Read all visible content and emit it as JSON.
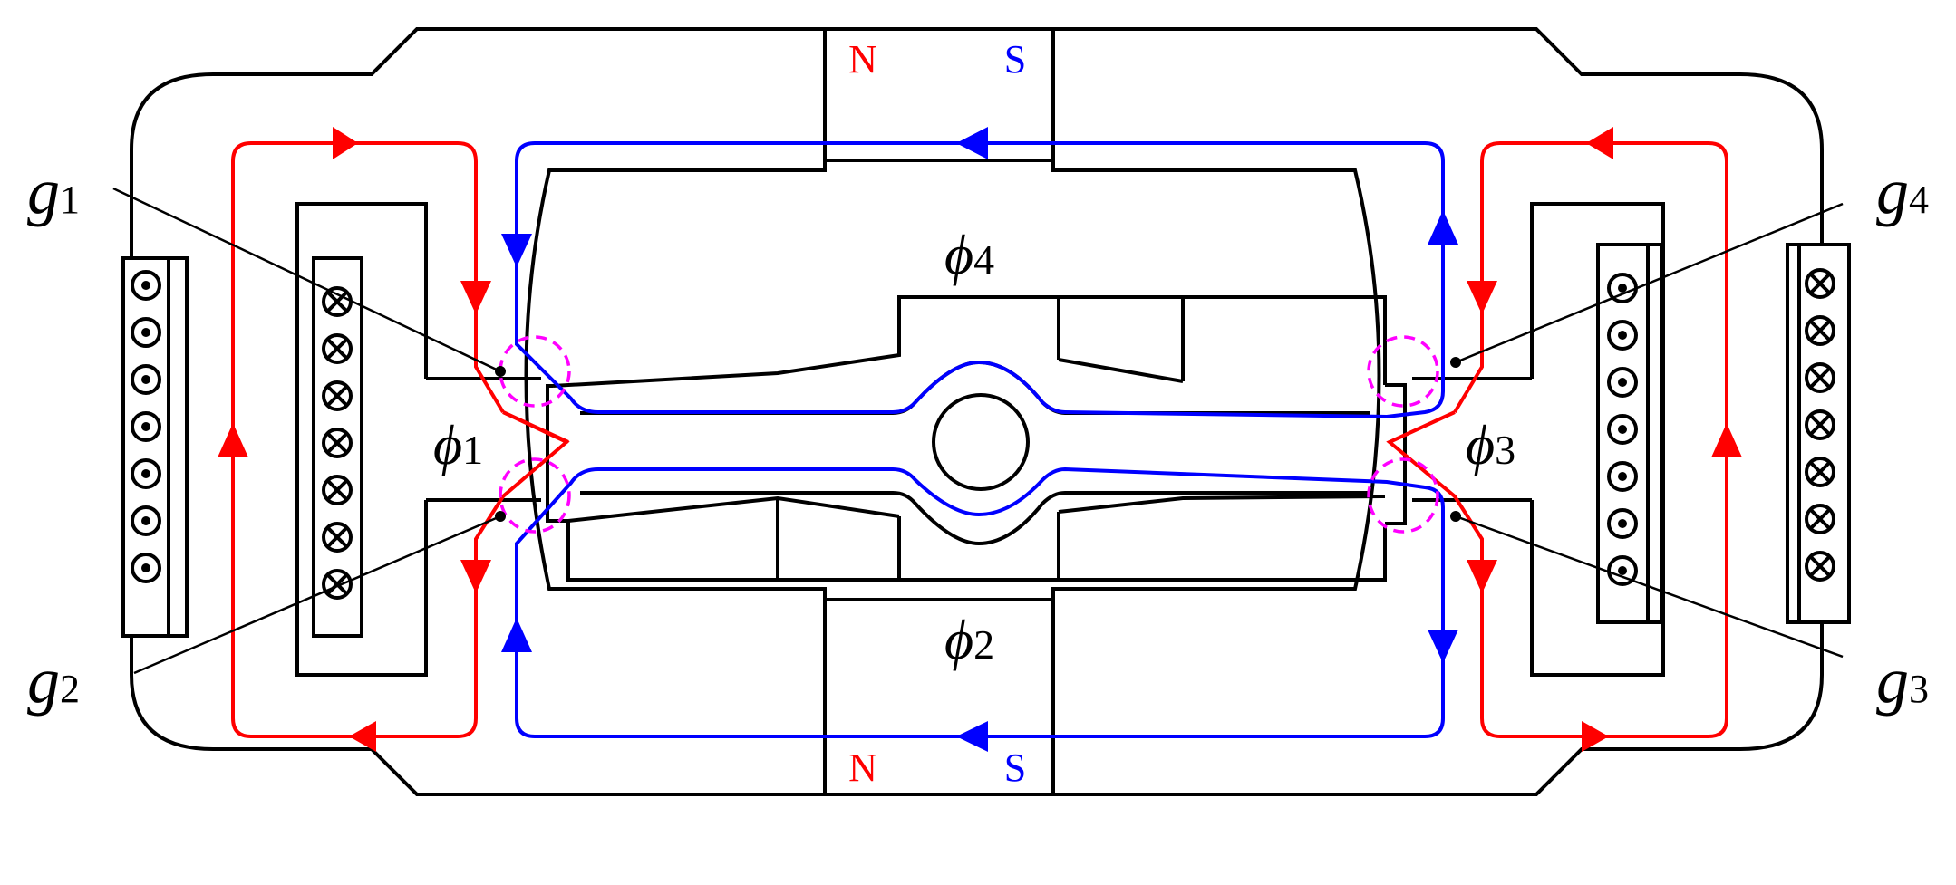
{
  "labels": {
    "gap_g1": {
      "base": "g",
      "sub": "1"
    },
    "gap_g2": {
      "base": "g",
      "sub": "2"
    },
    "gap_g3": {
      "base": "g",
      "sub": "3"
    },
    "gap_g4": {
      "base": "g",
      "sub": "4"
    },
    "flux_phi1": {
      "base": "ϕ",
      "sub": "1"
    },
    "flux_phi2": {
      "base": "ϕ",
      "sub": "2"
    },
    "flux_phi3": {
      "base": "ϕ",
      "sub": "3"
    },
    "flux_phi4": {
      "base": "ϕ",
      "sub": "4"
    },
    "magnet_top": {
      "north": "N",
      "south": "S"
    },
    "magnet_bottom": {
      "north": "N",
      "south": "S"
    }
  },
  "coil_symbols": {
    "left_outer": "dot",
    "left_inner": "cross",
    "right_inner": "dot",
    "right_outer": "cross"
  },
  "colors": {
    "outline": "#000000",
    "coil_flux": "#ff0000",
    "magnet_flux": "#0000ff",
    "air_gap_marker": "#ff00ff",
    "north_label": "#ff0000",
    "south_label": "#0000ff"
  }
}
